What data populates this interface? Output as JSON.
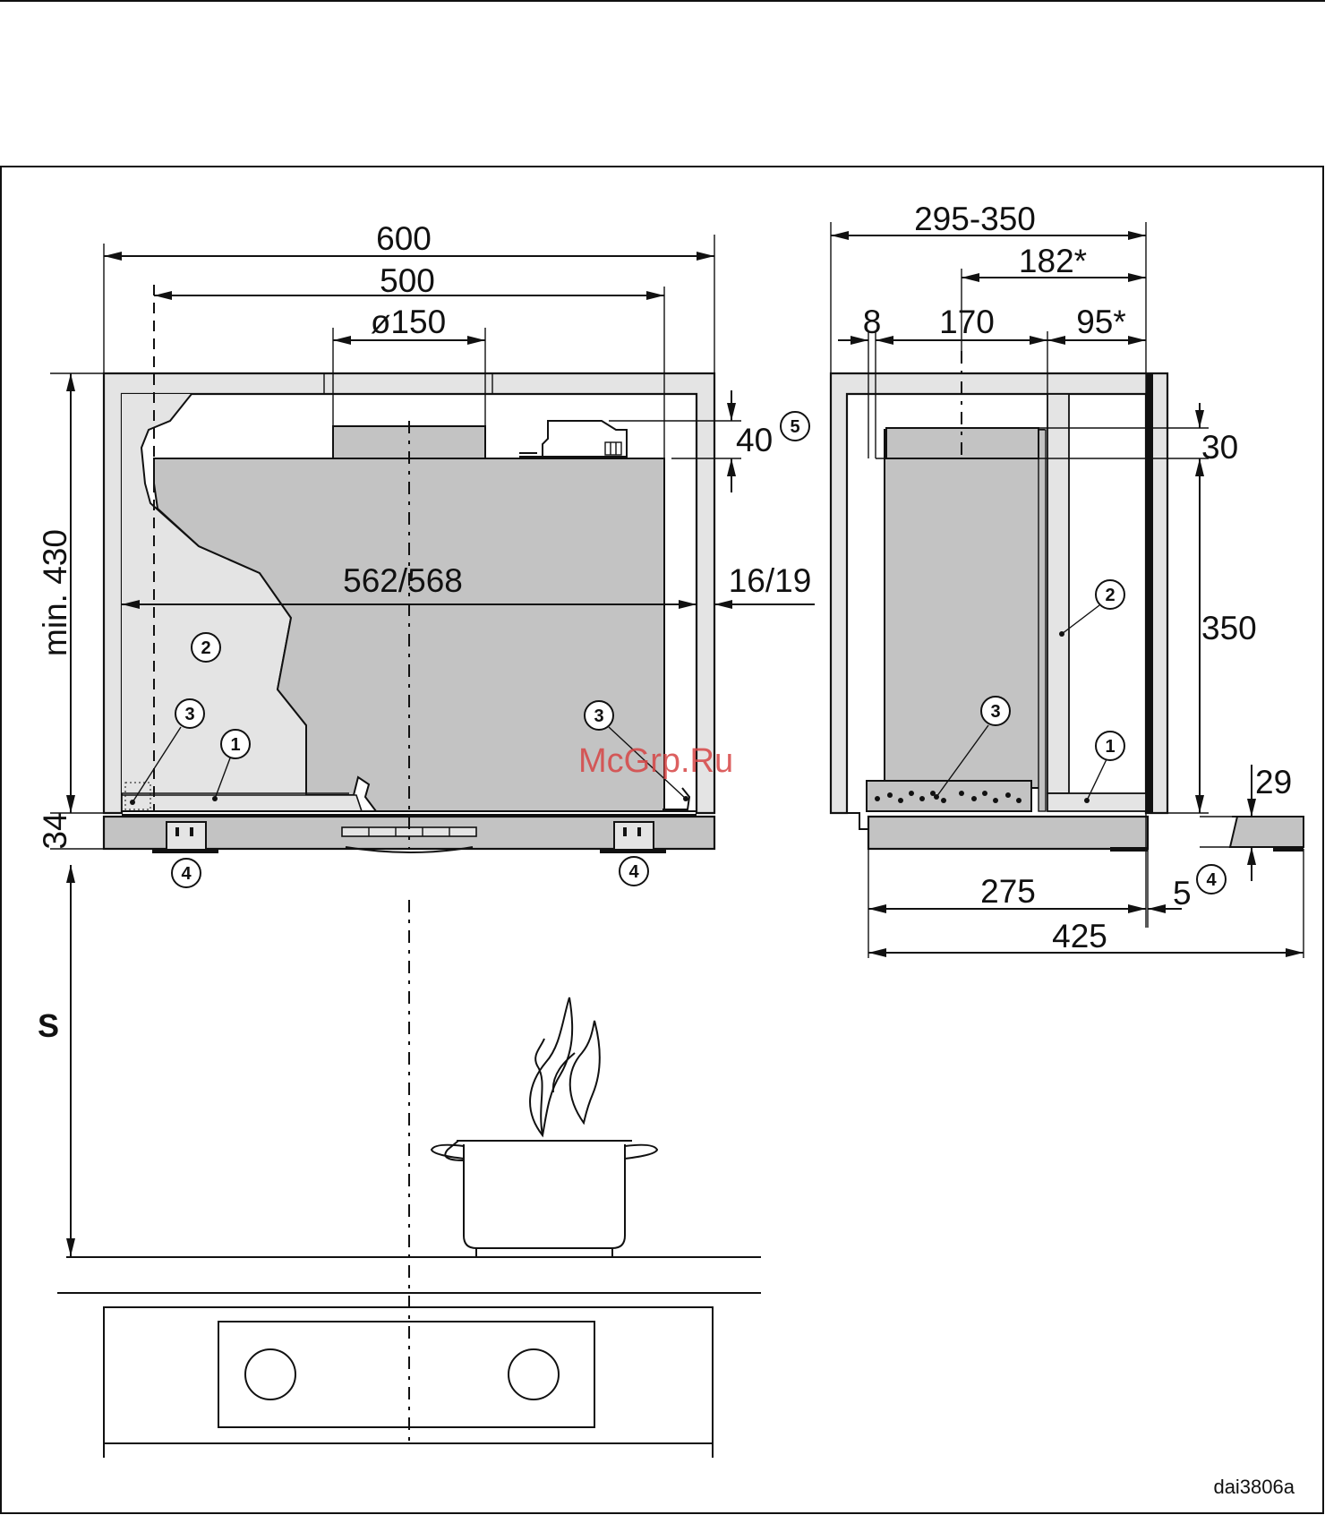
{
  "dimensions": {
    "front": {
      "width_600": "600",
      "width_500": "500",
      "diameter_150": "ø150",
      "inner_562_568": "562/568",
      "side_16_19": "16/19",
      "height_min430": "min. 430",
      "height_34": "34",
      "height_40": "40"
    },
    "side": {
      "depth_295_350": "295-350",
      "depth_182": "182*",
      "d_8": "8",
      "d_170": "170",
      "d_95": "95*",
      "h_30": "30",
      "h_350": "350",
      "h_29": "29",
      "d_275": "275",
      "d_5": "5",
      "d_425": "425"
    }
  },
  "callouts": {
    "c1": "1",
    "c2": "2",
    "c3": "3",
    "c4": "4",
    "c5": "5"
  },
  "labels": {
    "safety_distance": "S"
  },
  "watermark": "McGrp.Ru",
  "figure_code": "dai3806a",
  "colors": {
    "grey_fill": "#c3c3c3",
    "light_fill": "#e4e4e4",
    "line": "#111111",
    "watermark": "#d64545"
  }
}
